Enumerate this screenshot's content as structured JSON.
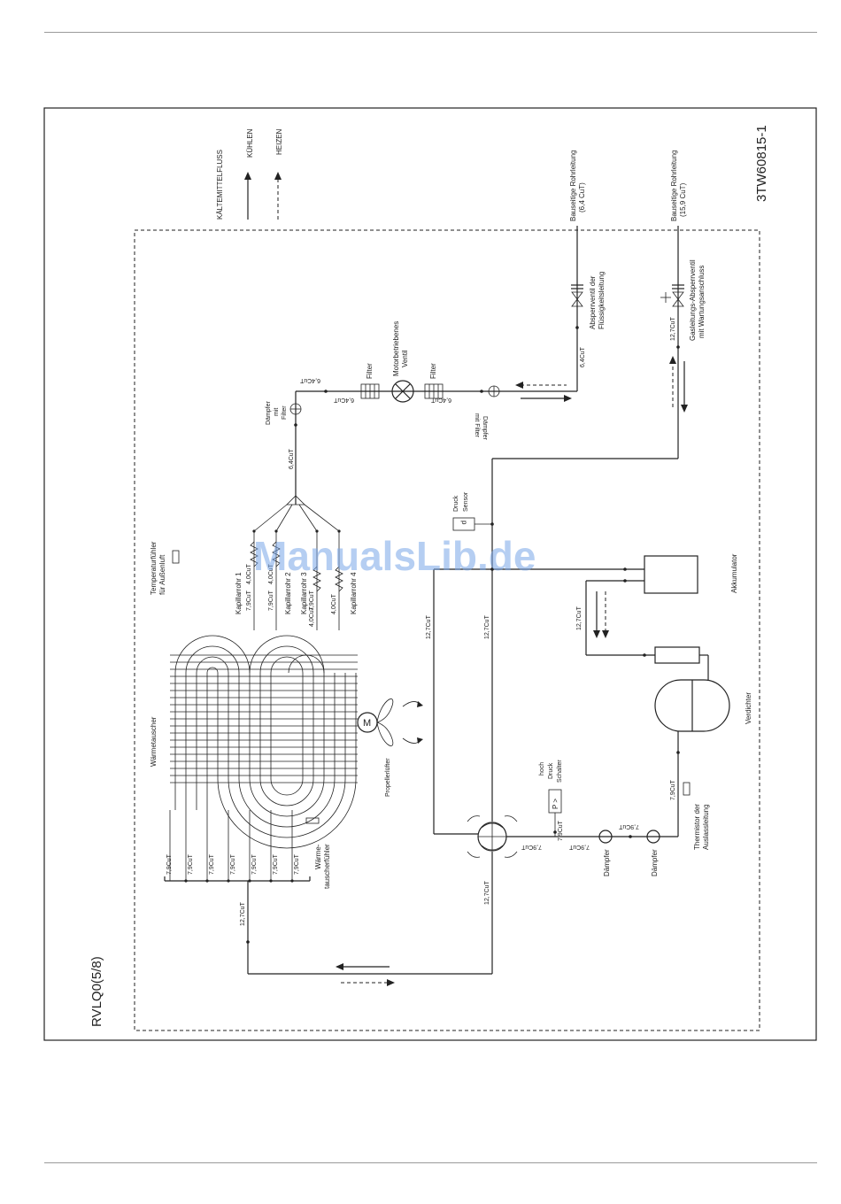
{
  "doc_id": "3TW60815-1",
  "model": "RVLQ0(5/8)",
  "watermark": "ManualsLib.de",
  "legend": {
    "title": "KÄLTEMITTELFLUSS",
    "cool": "KÜHLEN",
    "heat": "HEIZEN"
  },
  "connections": {
    "liquid_pipe": "Bauseitige Rohrleitung",
    "liquid_size": "(6,4 CuT)",
    "gas_pipe": "Bauseitige Rohrleitung",
    "gas_size": "(15,9 CuT)",
    "liquid_valve_1": "Absperrventil der",
    "liquid_valve_2": "Flüssigkeitsleitung",
    "gas_valve_1": "Gasleitungs-Absperrventil",
    "gas_valve_2": "mit Wartungsanschluss"
  },
  "components": {
    "filter": "Filter",
    "motor_valve_1": "Motorbetriebenes",
    "motor_valve_2": "Ventil",
    "muffler_filter_1": "Dämpfer",
    "muffler_filter_2": "mit",
    "muffler_filter_3": "Filter",
    "muffler_filter_b1": "Dämpfer",
    "muffler_filter_b2": "mit Filter",
    "pressure_sensor_1": "Druck",
    "pressure_sensor_2": "Sensor",
    "p_symbol": "p",
    "accumulator": "Akkumulator",
    "compressor": "Verdichter",
    "thermistor_1": "Thermistor der",
    "thermistor_2": "Auslassleitung",
    "hp_switch_1": "hoch",
    "hp_switch_2": "Druck",
    "hp_switch_3": "Schalter",
    "hp_symbol": "P >",
    "muffler": "Dämpfer",
    "heat_exchanger": "Wärmetauscher",
    "hx_sensor_1": "Wärme-",
    "hx_sensor_2": "tauscherfühler",
    "fan": "Propellerlüfter",
    "motor": "M",
    "outdoor_sensor_1": "Temperaturfühler",
    "outdoor_sensor_2": "für Außenluft",
    "cap_1": "Kapillarrohr 1",
    "cap_2": "Kapillarrohr 2",
    "cap_3": "Kapillarrohr 3",
    "cap_4": "Kapillarrohr 4"
  },
  "pipe_sizes": {
    "s64": "6,4CuT",
    "s127": "12,7CuT",
    "s79": "7,9CuT",
    "s40": "4,0CuT",
    "s79cut": "7,9CuT"
  }
}
